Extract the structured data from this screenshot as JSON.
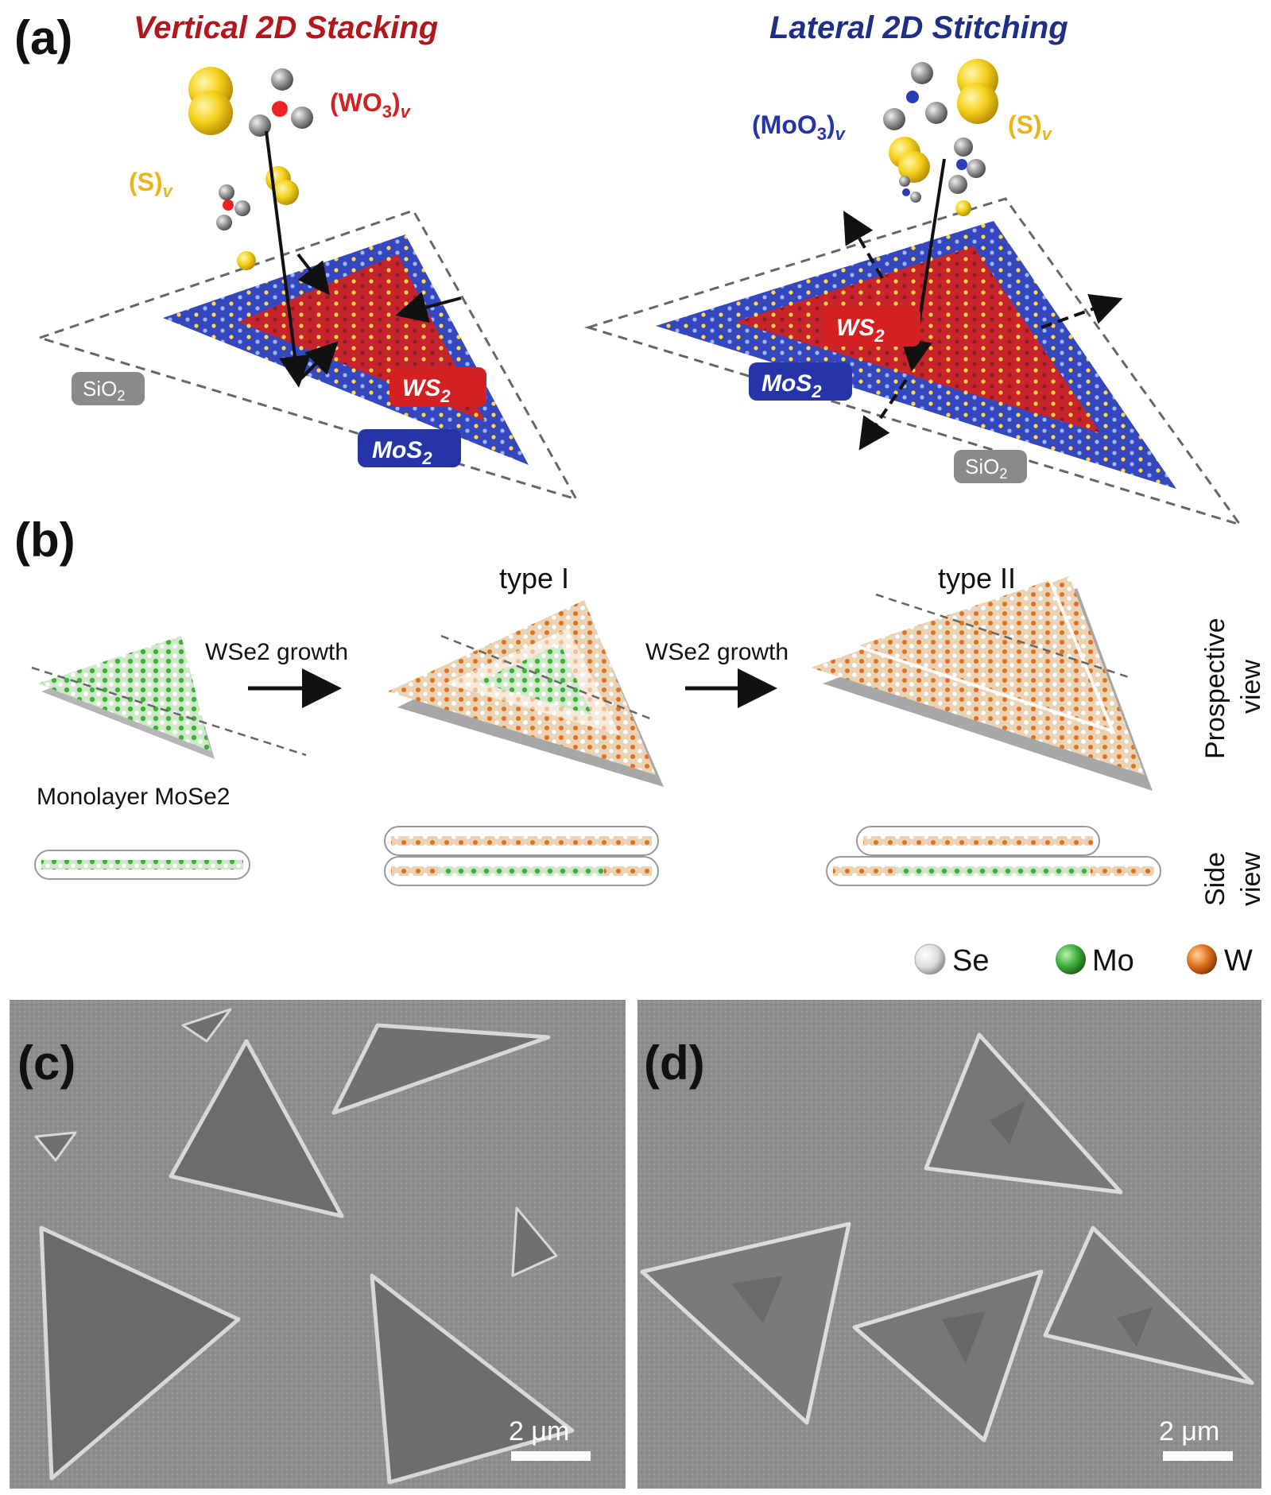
{
  "panel_a": {
    "label": "(a)",
    "left_title": "Vertical 2D Stacking",
    "right_title": "Lateral 2D Stitching",
    "left": {
      "wo3": "(WO",
      "wo3_sub": "3",
      "wo3_v": "v",
      "s": "(S)",
      "s_v": "v",
      "ws2": "WS",
      "ws2_sub": "2",
      "mos2": "MoS",
      "mos2_sub": "2",
      "sio2": "SiO",
      "sio2_sub": "2"
    },
    "right": {
      "moo3": "(MoO",
      "moo3_sub": "3",
      "moo3_v": "v",
      "s": "(S)",
      "s_v": "v",
      "ws2": "WS",
      "ws2_sub": "2",
      "mos2": "MoS",
      "mos2_sub": "2",
      "sio2": "SiO",
      "sio2_sub": "2"
    },
    "colors": {
      "ws2": "#d42020",
      "mos2": "#2535a8",
      "sulfur": "#f0c419",
      "substrate": "#8a8a8a"
    }
  },
  "panel_b": {
    "label": "(b)",
    "monolayer": "Monolayer MoSe2",
    "growth1": "WSe2 growth",
    "growth2": "WSe2 growth",
    "type1": "type I",
    "type2": "type II",
    "prospective": "Prospective",
    "prospective_2": "view",
    "side": "Side",
    "side_2": "view",
    "legend": [
      {
        "name": "Se",
        "color": "#e4e4e4"
      },
      {
        "name": "Mo",
        "color": "#3fae3a"
      },
      {
        "name": "W",
        "color": "#e0701c"
      }
    ]
  },
  "panel_c": {
    "label": "(c)",
    "scale": "2 μm"
  },
  "panel_d": {
    "label": "(d)",
    "scale": "2 μm"
  }
}
